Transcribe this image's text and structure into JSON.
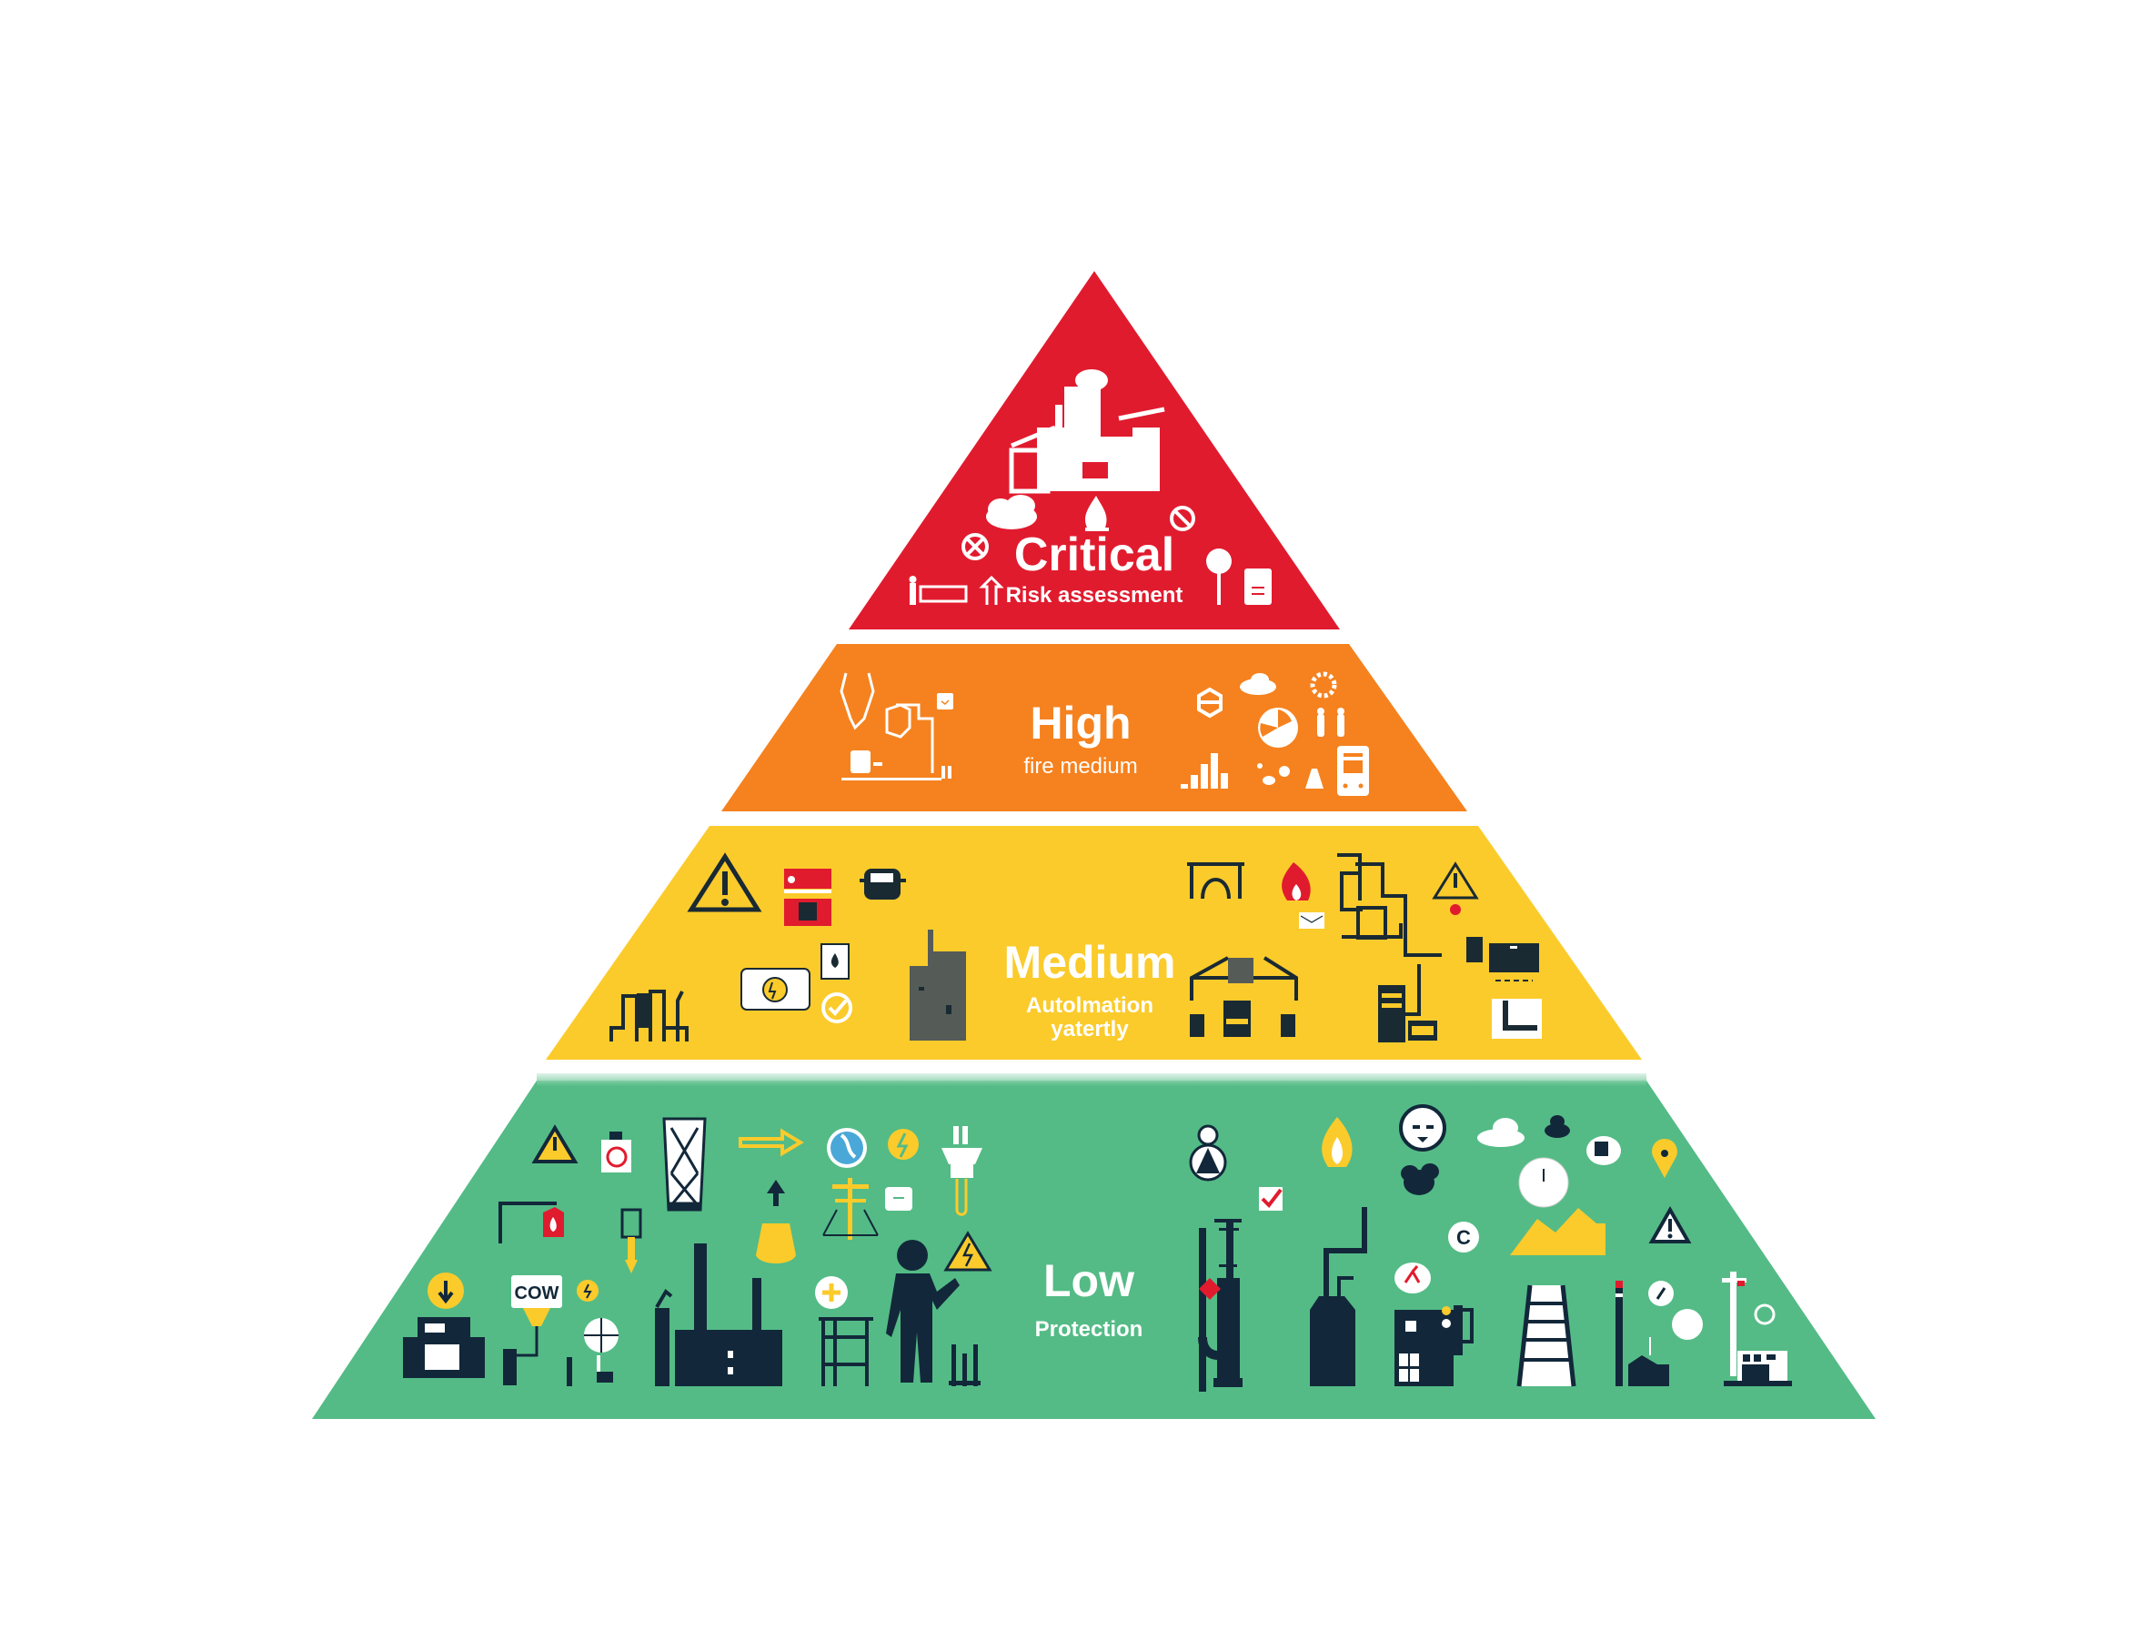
{
  "diagram": {
    "type": "risk-pyramid",
    "background": "#ffffff",
    "tiers": [
      {
        "id": "critical",
        "title": "Critical",
        "subtitle": "Risk assessment",
        "color": "#E11B2E",
        "icon_color": "#ffffff",
        "icons": [
          "industrial-plant-icon",
          "cloud-icon",
          "fire-icon",
          "no-entry-icon",
          "cross-circle-icon",
          "person-bench-icon",
          "arrow-up-icon",
          "tree-sign-icon",
          "clipboard-icon"
        ]
      },
      {
        "id": "high",
        "title": "High",
        "subtitle": "fire medium",
        "color": "#F5821F",
        "icon_color": "#ffffff",
        "icons": [
          "valve-pipe-icon",
          "tank-icon",
          "chat-bubble-icon",
          "hexagon-icon",
          "cloud-chart-icon",
          "gear-icon",
          "pie-chart-icon",
          "people-icon",
          "bar-chart-icon",
          "sparkle-icon",
          "flask-icon",
          "device-icon"
        ]
      },
      {
        "id": "medium",
        "title": "Medium",
        "subtitle_lines": [
          "Autolmation",
          "yatertly"
        ],
        "color": "#FBCB2B",
        "icon_color": "#1a2a33",
        "icons": [
          "warning-icon",
          "generator-icon",
          "pot-icon",
          "pipework-icon",
          "high-voltage-sign-icon",
          "flammable-sign-icon",
          "check-circle-icon",
          "cabinet-icon",
          "helmet-icon",
          "fire-icon",
          "mail-icon",
          "pipeline-icon",
          "warning-icon",
          "gantry-icon",
          "machine-icon",
          "monitor-icon",
          "forklift-icon"
        ]
      },
      {
        "id": "low",
        "title": "Low",
        "subtitle": "Protection",
        "color": "#54BB86",
        "icon_color": "#12283a",
        "icons": [
          "warning-icon",
          "no-smoking-sign-icon",
          "pylon-icon",
          "arrow-right-icon",
          "globe-icon",
          "energy-badge-icon",
          "plug-icon",
          "lamp-post-icon",
          "fire-tag-icon",
          "valve-icon",
          "arrow-up-icon",
          "flask-icon",
          "scale-icon",
          "chat-icon",
          "download-icon",
          "cow-sign",
          "bolt-icon",
          "printer-icon",
          "crosshair-icon",
          "factory-icon",
          "first-aid-icon",
          "scaffold-icon",
          "worker-icon",
          "high-voltage-icon",
          "avatar-icon",
          "flame-icon",
          "face-icon",
          "cloud-icon",
          "smoke-icon",
          "clock-icon",
          "map-pin-icon",
          "checkbox-icon",
          "copyright-icon",
          "mountain-chart-icon",
          "refinery-icon",
          "boiler-icon",
          "building-icon",
          "ladder-icon",
          "chimney-icon",
          "crane-icon"
        ],
        "sign_text": "COW"
      }
    ]
  }
}
